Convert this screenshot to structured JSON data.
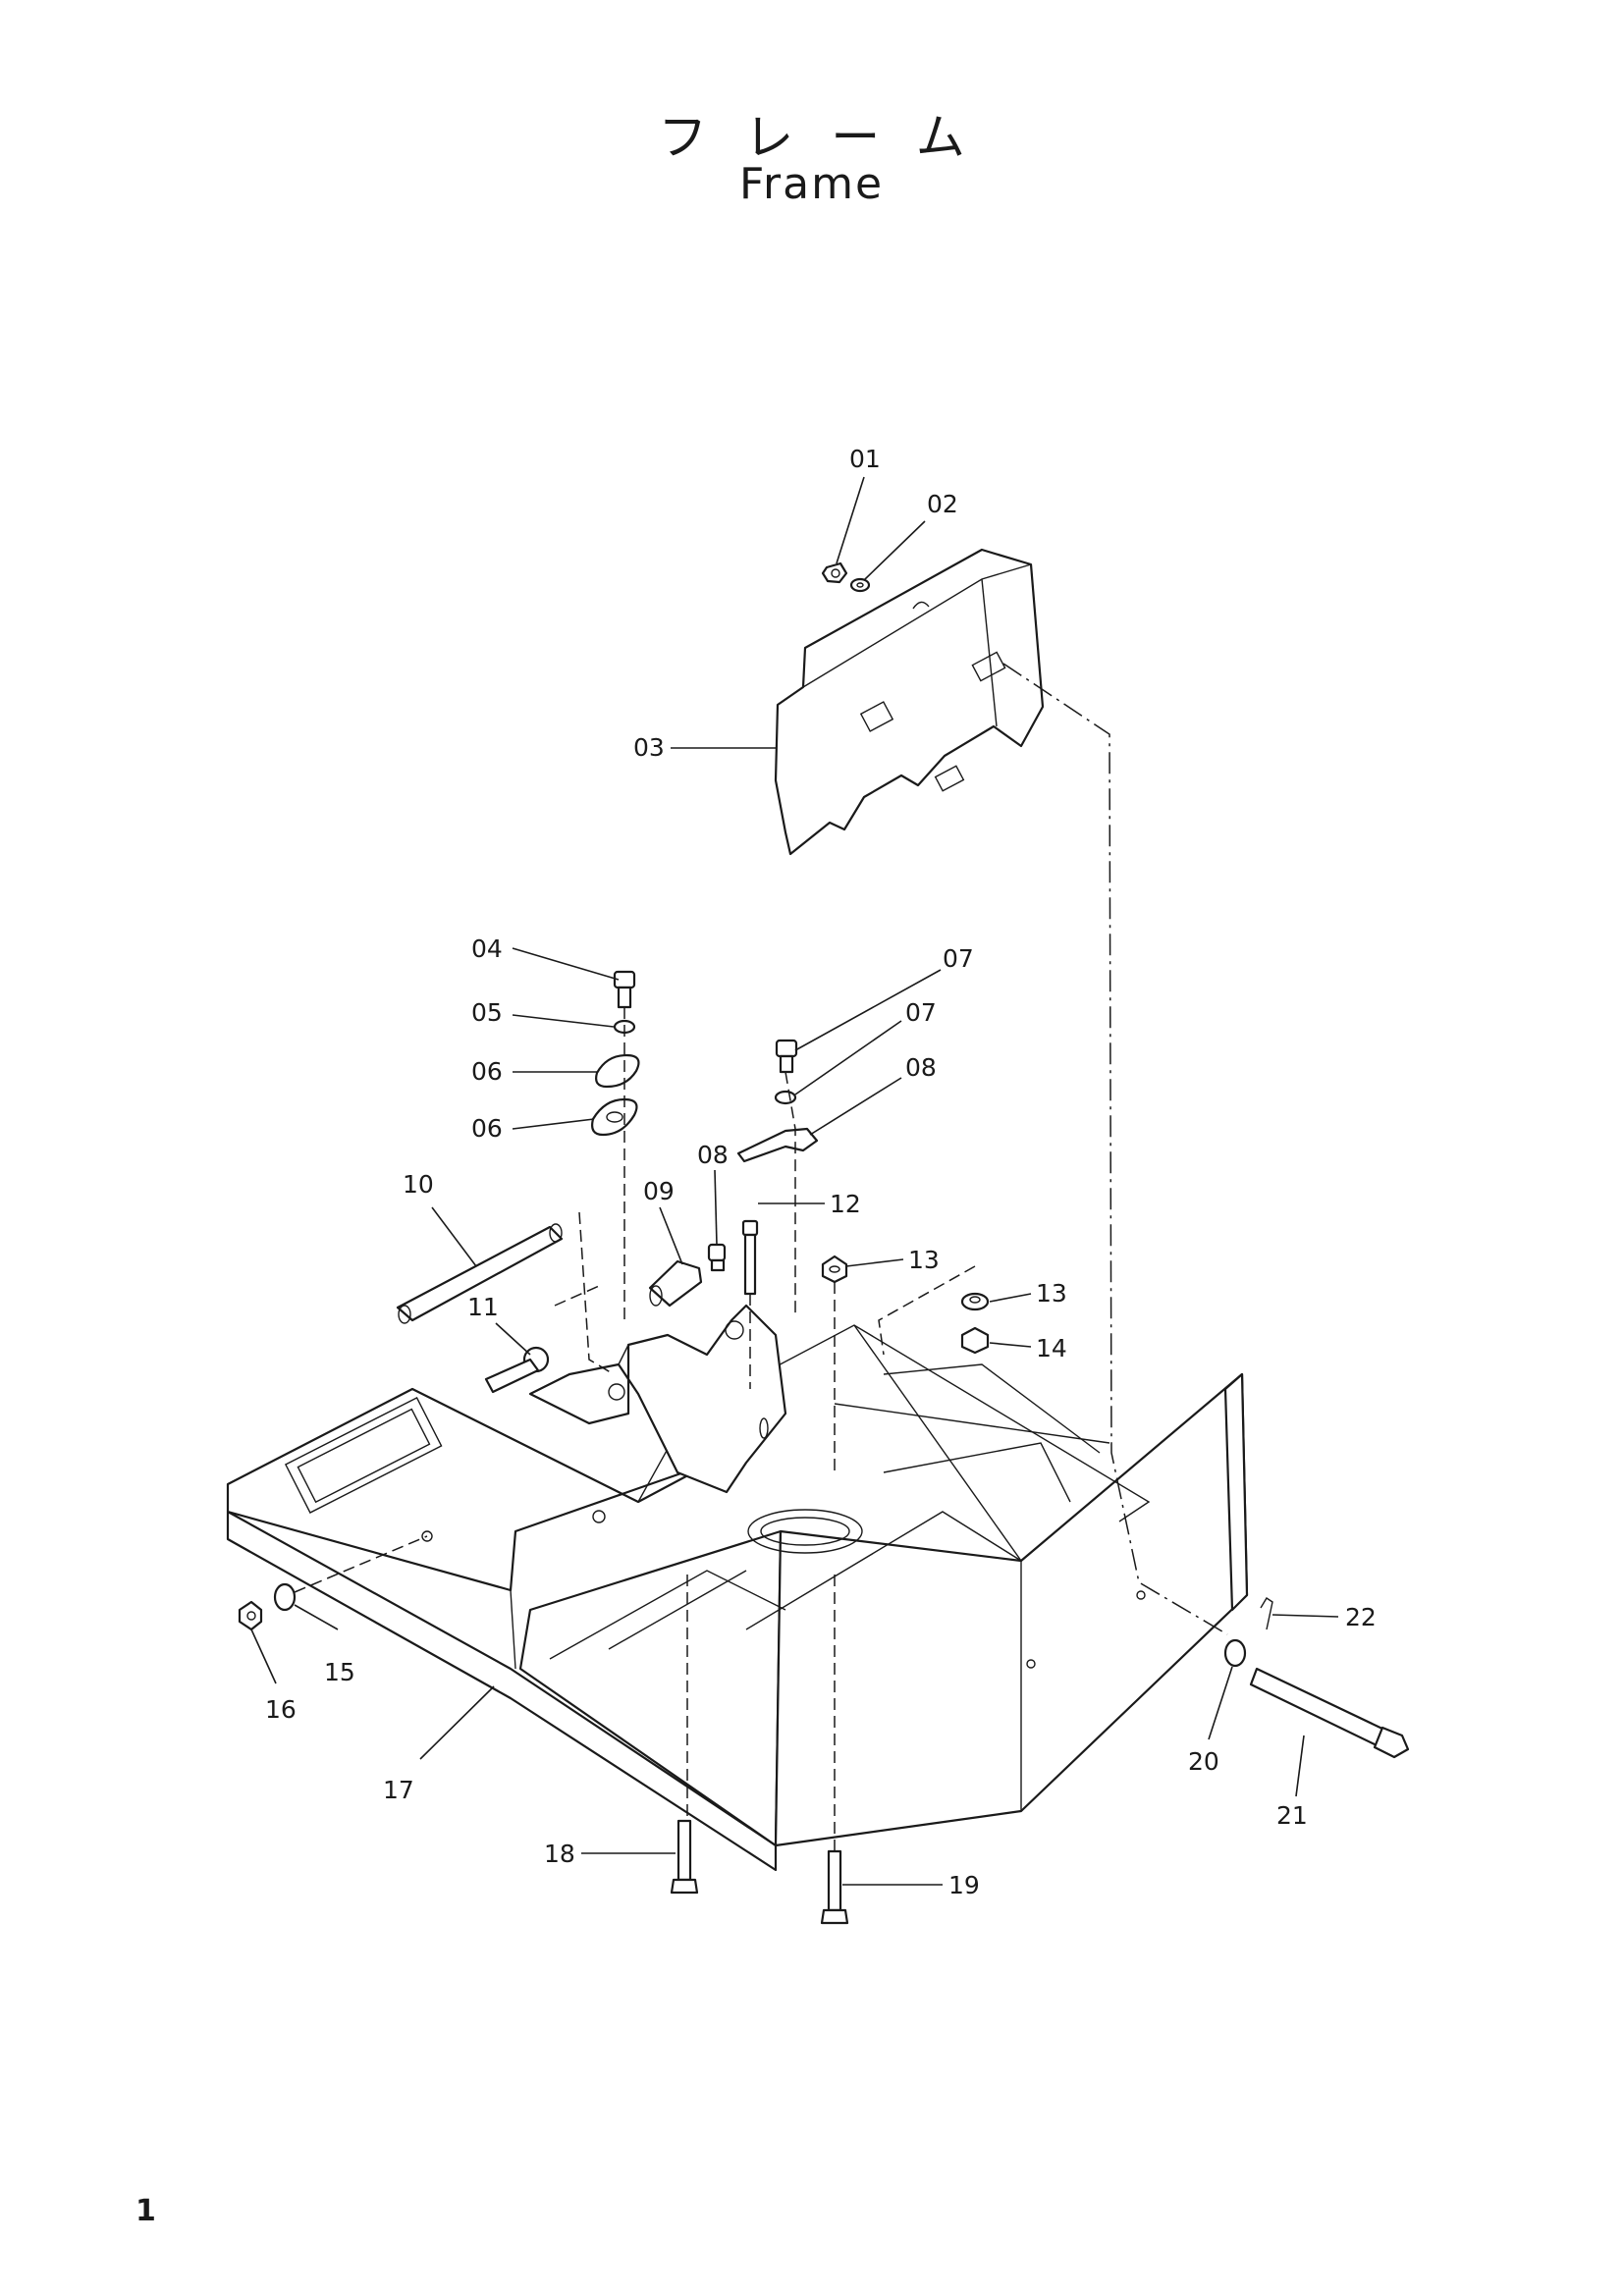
{
  "title": {
    "japanese": "フレーム",
    "english": "Frame"
  },
  "page_number": "1",
  "callouts": [
    "01",
    "02",
    "03",
    "04",
    "05",
    "06",
    "06",
    "07",
    "07",
    "08",
    "08",
    "09",
    "10",
    "11",
    "12",
    "13",
    "13",
    "14",
    "15",
    "16",
    "17",
    "18",
    "19",
    "20",
    "21",
    "22"
  ]
}
